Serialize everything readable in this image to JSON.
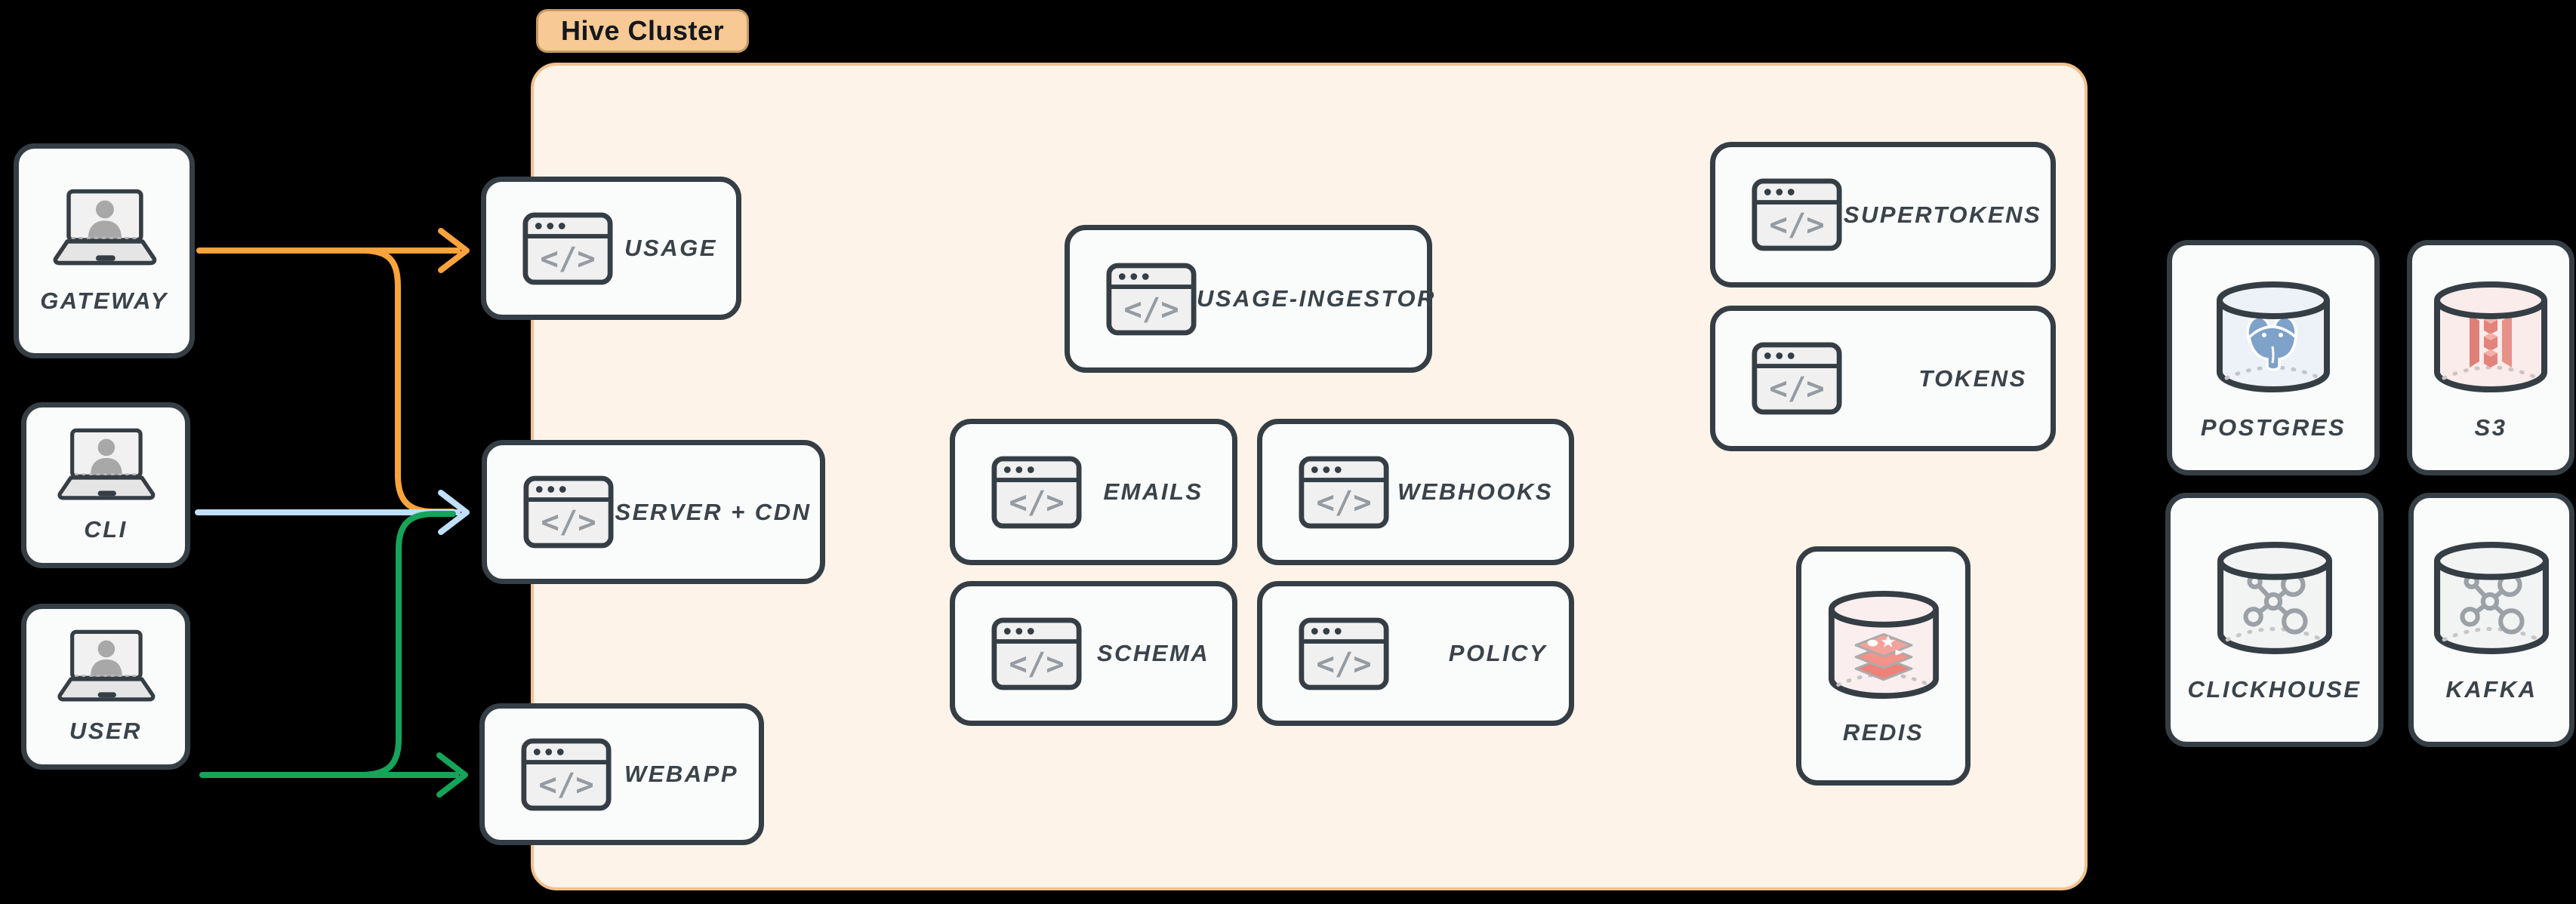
{
  "cluster": {
    "label": "Hive Cluster"
  },
  "nodes": {
    "gateway": {
      "label": "GATEWAY",
      "icon": "laptop-user-icon"
    },
    "cli": {
      "label": "CLI",
      "icon": "laptop-user-icon"
    },
    "user": {
      "label": "USER",
      "icon": "laptop-user-icon"
    },
    "usage": {
      "label": "USAGE",
      "icon": "code-window-icon"
    },
    "server_cdn": {
      "label": "SERVER + CDN",
      "icon": "code-window-icon"
    },
    "webapp": {
      "label": "WEBAPP",
      "icon": "code-window-icon"
    },
    "usage_ingestor": {
      "label": "USAGE-INGESTOR",
      "icon": "code-window-icon"
    },
    "emails": {
      "label": "EMAILS",
      "icon": "code-window-icon"
    },
    "webhooks": {
      "label": "WEBHOOKS",
      "icon": "code-window-icon"
    },
    "schema": {
      "label": "SCHEMA",
      "icon": "code-window-icon"
    },
    "policy": {
      "label": "POLICY",
      "icon": "code-window-icon"
    },
    "supertokens": {
      "label": "SUPERTOKENS",
      "icon": "code-window-icon"
    },
    "tokens": {
      "label": "TOKENS",
      "icon": "code-window-icon"
    },
    "redis": {
      "label": "REDIS",
      "icon": "redis-database-icon"
    },
    "postgres": {
      "label": "POSTGRES",
      "icon": "postgres-database-icon"
    },
    "s3": {
      "label": "S3",
      "icon": "s3-database-icon"
    },
    "clickhouse": {
      "label": "CLICKHOUSE",
      "icon": "network-database-icon"
    },
    "kafka": {
      "label": "KAFKA",
      "icon": "network-database-icon"
    }
  },
  "connections": [
    {
      "from": "GATEWAY",
      "to": "USAGE",
      "color": "#F9A33C"
    },
    {
      "from": "GATEWAY",
      "to": "SERVER + CDN",
      "color": "#F9A33C"
    },
    {
      "from": "CLI",
      "to": "SERVER + CDN",
      "color": "#BFDFFA"
    },
    {
      "from": "USER",
      "to": "WEBAPP",
      "color": "#16A45A"
    },
    {
      "from": "USER",
      "to": "SERVER + CDN",
      "color": "#16A45A"
    }
  ],
  "colors": {
    "arrow_orange": "#F9A33C",
    "arrow_blue": "#BFDFFA",
    "arrow_green": "#16A45A",
    "node_border": "#353E44",
    "node_fill": "#FAFBFB",
    "label_text": "#3A4349",
    "cluster_fill": "#FDF3E9",
    "cluster_border": "#F2C08E",
    "cluster_pill_fill": "#F7C994",
    "background": "#000000"
  }
}
